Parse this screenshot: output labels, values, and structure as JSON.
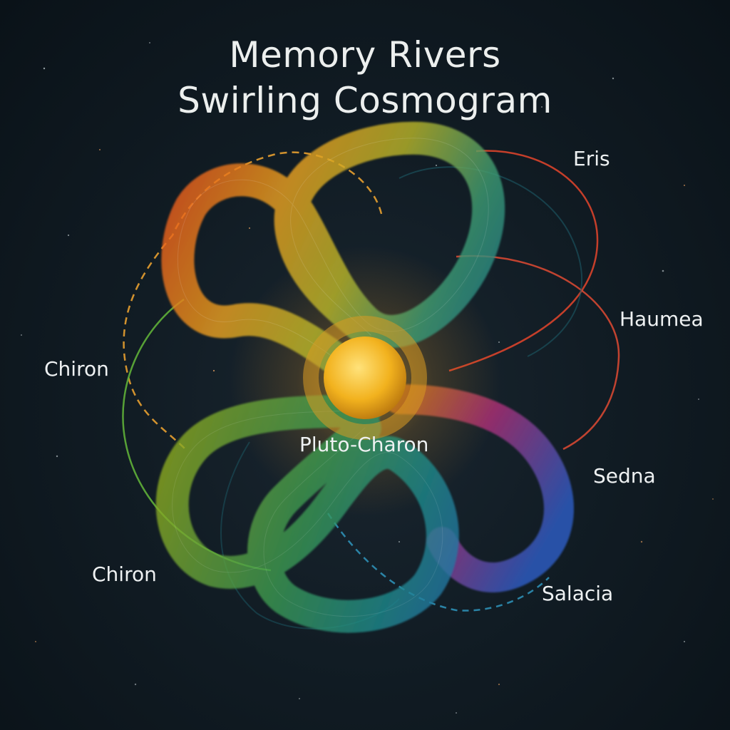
{
  "title": {
    "line1": "Memory Rivers",
    "line2": "Swirling Cosmogram"
  },
  "center_body": {
    "label": "Pluto-Charon",
    "color": "#f2b21e"
  },
  "bodies": [
    {
      "id": "eris",
      "label": "Eris",
      "color": "#e5452c"
    },
    {
      "id": "haumea",
      "label": "Haumea",
      "color": "#e04a33"
    },
    {
      "id": "chiron_upper",
      "label": "Chiron",
      "color": "#e8902a"
    },
    {
      "id": "sedna",
      "label": "Sedna",
      "color": "#3f6fd0"
    },
    {
      "id": "chiron_lower",
      "label": "Chiron",
      "color": "#5fb038"
    },
    {
      "id": "salacia",
      "label": "Salacia",
      "color": "#2d8fb5"
    }
  ],
  "background_color": "#0f1a22"
}
